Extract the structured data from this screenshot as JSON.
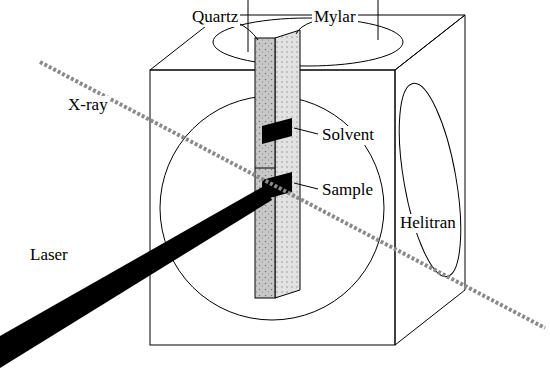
{
  "diagram": {
    "labels": [
      "Quartz",
      "Mylar",
      "X-ray",
      "Solvent",
      "Sample",
      "Laser",
      "Helitran"
    ]
  }
}
